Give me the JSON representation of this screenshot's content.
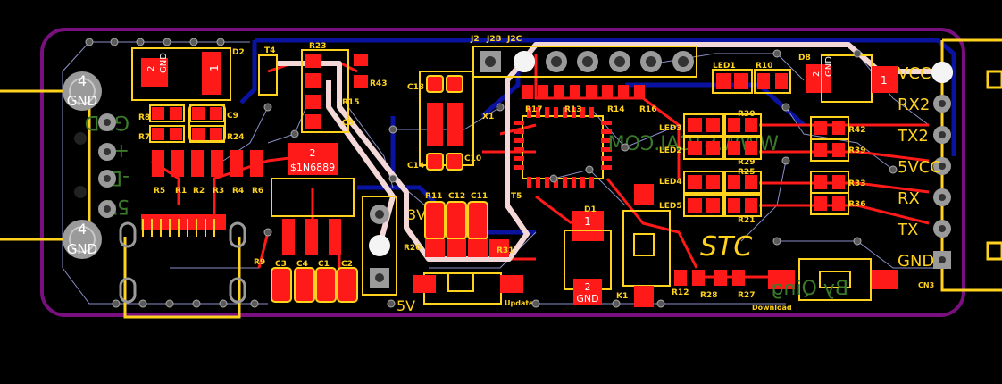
{
  "colors": {
    "background": "#000000",
    "board_outline": "#7a0f80",
    "top_copper": "#ff1a1a",
    "bottom_copper": "#0a12a0",
    "silkscreen": "#ffd21e",
    "ratsnest": "#8a90c8",
    "via": "#9a9a9a",
    "highlight_track": "#f4d8d8",
    "bottom_silk": "#3a7a2a"
  },
  "connector_left": {
    "top_pad_num": "4",
    "top_pad_net": "GND",
    "bottom_pad_num": "4",
    "bottom_pad_net": "GND"
  },
  "left_ghost_labels": [
    "GND",
    "+D",
    "-D",
    "5V"
  ],
  "header_labels": {
    "j2": "J2",
    "j2b": "J2B",
    "j2c": "J2C"
  },
  "right_pins": [
    "VCC",
    "RX2",
    "TX2",
    "5VCC",
    "RX",
    "TX",
    "GND"
  ],
  "right_connector_label": "CN3",
  "big_pads": [
    {
      "id": "d2",
      "num": "2",
      "net": "GND",
      "num2": "1"
    },
    {
      "id": "d8",
      "num": "2",
      "net": "GND",
      "num2": "1"
    },
    {
      "id": "d1",
      "num": "1"
    },
    {
      "id": "k1",
      "num": "2",
      "net": "GND"
    },
    {
      "id": "zener",
      "num": "2",
      "net": "$1N6889"
    }
  ],
  "designators": {
    "T4": "T4",
    "R23": "R23",
    "D2": "D2",
    "R43": "R43",
    "R15": "R15",
    "C8": "C8",
    "C9": "C9",
    "R8": "R8",
    "R7": "R7",
    "R24": "R24",
    "R5": "R5",
    "R1": "R1",
    "R2": "R2",
    "R3": "R3",
    "R4": "R4",
    "R6": "R6",
    "C13": "C13",
    "X1": "X1",
    "C14": "C14",
    "C10": "C10",
    "R17": "R17",
    "R13": "R13",
    "R14": "R14",
    "R16": "R16",
    "LED1": "LED1",
    "R10": "R10",
    "D8": "D8",
    "R30": "R30",
    "R42": "R42",
    "R39": "R39",
    "LED3": "LED3",
    "LED2": "LED2",
    "R29": "R29",
    "R25": "R25",
    "LED4": "LED4",
    "LED5": "LED5",
    "R21": "R21",
    "R33": "R33",
    "R36": "R36",
    "R11": "R11",
    "C12": "C12",
    "C11": "C11",
    "T5": "T5",
    "D1": "D1",
    "R20": "R20",
    "R31": "R31",
    "R9": "R9",
    "C3": "C3",
    "C4": "C4",
    "C1": "C1",
    "C2": "C2",
    "K1": "K1",
    "R12": "R12",
    "R28": "R28",
    "R27": "R27"
  },
  "voltage_labels": {
    "v33": "3V",
    "v5": "5V"
  },
  "button_labels": {
    "update": "Update",
    "download": "Download"
  },
  "logo_text": "STC",
  "bottom_ghost": {
    "brand": "WWW.STCAI.COM",
    "author": "By Qing"
  }
}
